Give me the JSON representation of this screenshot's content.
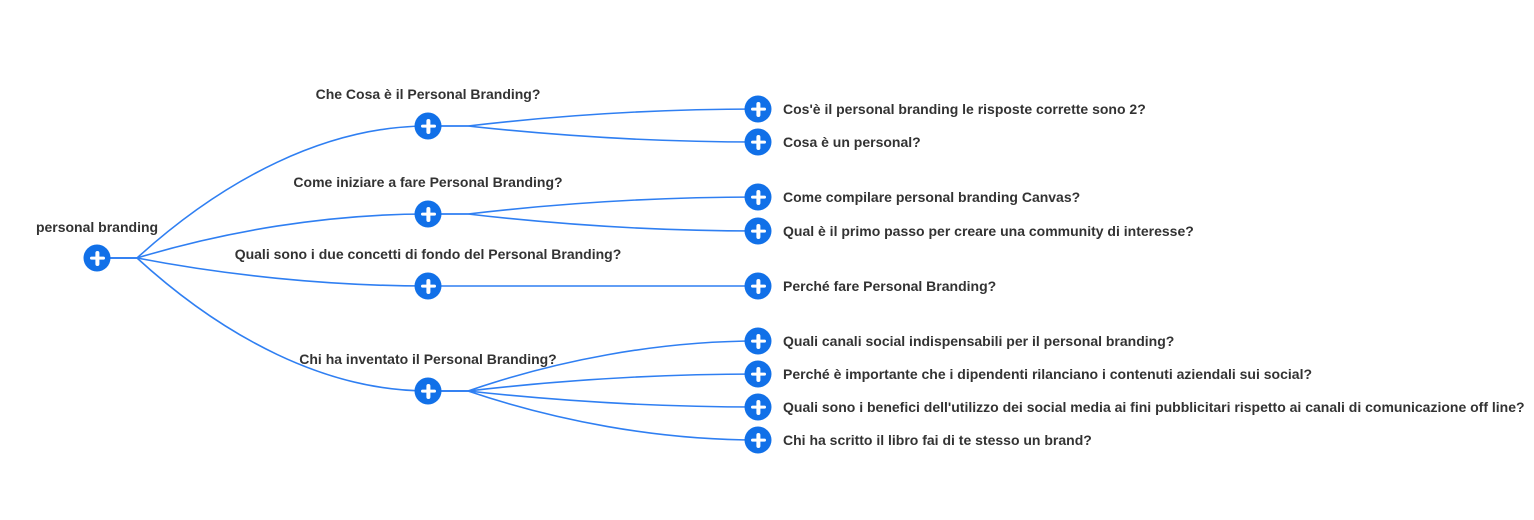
{
  "colors": {
    "node_fill": "#1170e8",
    "edge": "#2f7ff2",
    "label_text": "#333333",
    "background": "#ffffff"
  },
  "icons": {
    "node_icon": "plus-icon"
  },
  "root": {
    "label": "personal branding",
    "children": [
      {
        "label": "Che Cosa è il Personal Branding?",
        "children": [
          {
            "label": "Cos'è il personal branding le risposte corrette sono 2?"
          },
          {
            "label": "Cosa è un personal?"
          }
        ]
      },
      {
        "label": "Come iniziare a fare Personal Branding?",
        "children": [
          {
            "label": "Come compilare personal branding Canvas?"
          },
          {
            "label": "Qual è il primo passo per creare una community di interesse?"
          }
        ]
      },
      {
        "label": "Quali sono i due concetti di fondo del Personal Branding?",
        "children": [
          {
            "label": "Perché fare Personal Branding?"
          }
        ]
      },
      {
        "label": "Chi ha inventato il Personal Branding?",
        "children": [
          {
            "label": "Quali canali social indispensabili per il personal branding?"
          },
          {
            "label": "Perché è importante che i dipendenti rilanciano i contenuti aziendali sui social?"
          },
          {
            "label": "Quali sono i benefici dell'utilizzo dei social media ai fini pubblicitari rispetto ai canali di comunicazione off line?"
          },
          {
            "label": "Chi ha scritto il libro fai di te stesso un brand?"
          }
        ]
      }
    ]
  }
}
